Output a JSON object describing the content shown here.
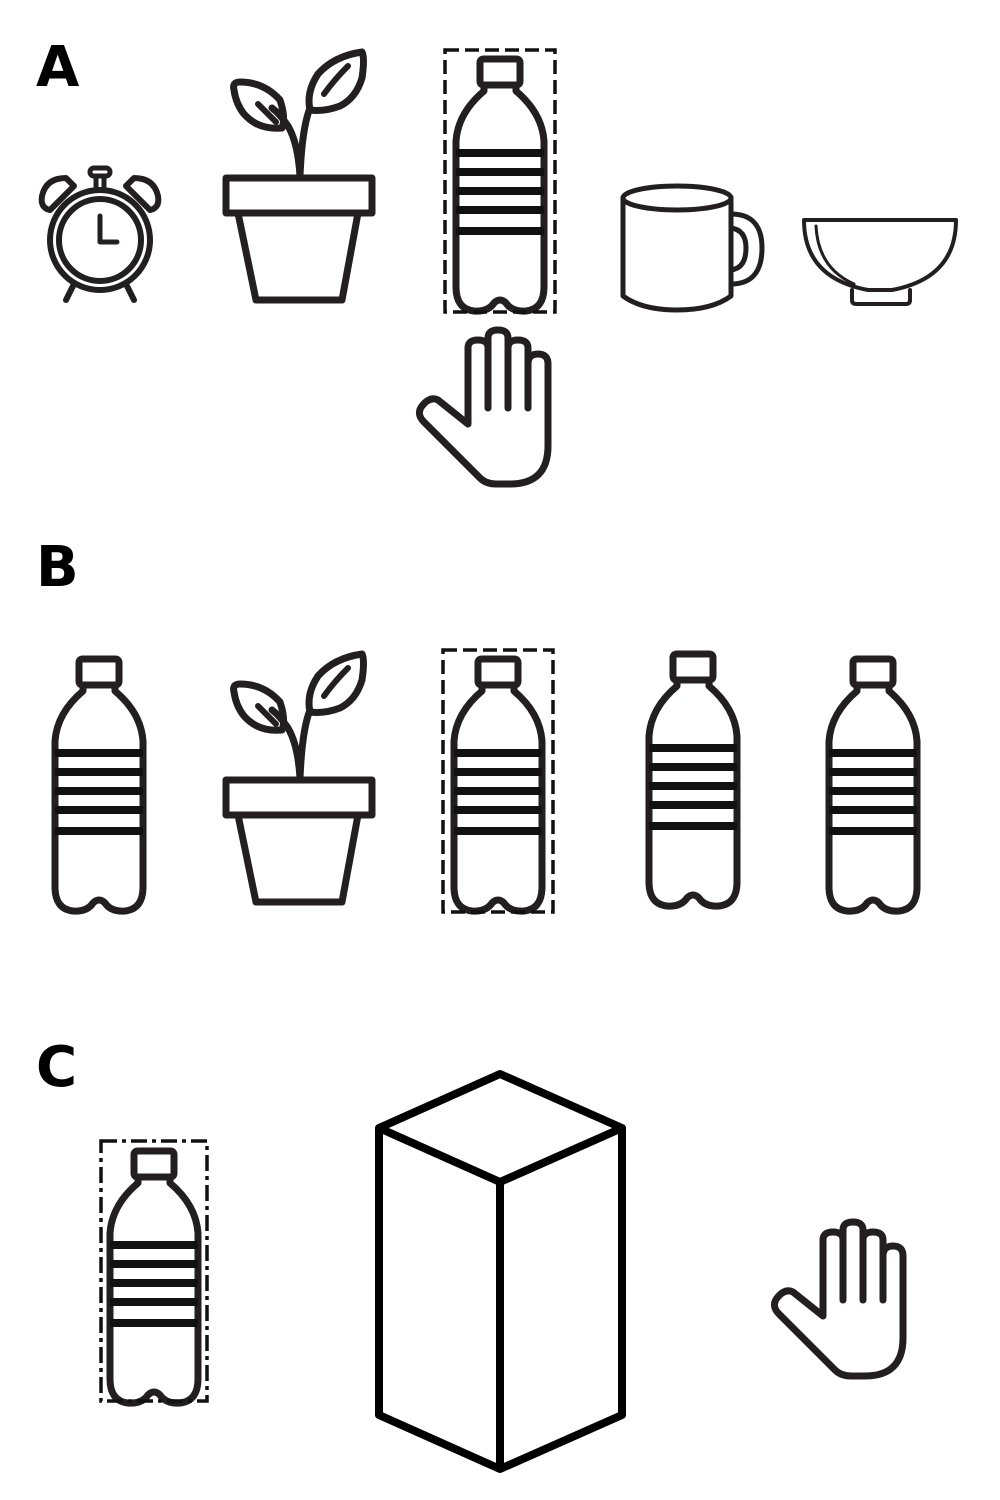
{
  "panels": [
    {
      "label": "A",
      "objects": [
        "alarm-clock",
        "potted-plant",
        "water-bottle",
        "mug",
        "bowl"
      ],
      "target": "water-bottle",
      "hand": "open-hand"
    },
    {
      "label": "B",
      "objects": [
        "water-bottle",
        "potted-plant",
        "water-bottle",
        "water-bottle",
        "water-bottle"
      ],
      "target": "water-bottle"
    },
    {
      "label": "C",
      "objects": [
        "water-bottle",
        "box",
        "open-hand"
      ],
      "target": "water-bottle"
    }
  ],
  "colors": {
    "stroke": "#231f20",
    "background": "#ffffff"
  }
}
